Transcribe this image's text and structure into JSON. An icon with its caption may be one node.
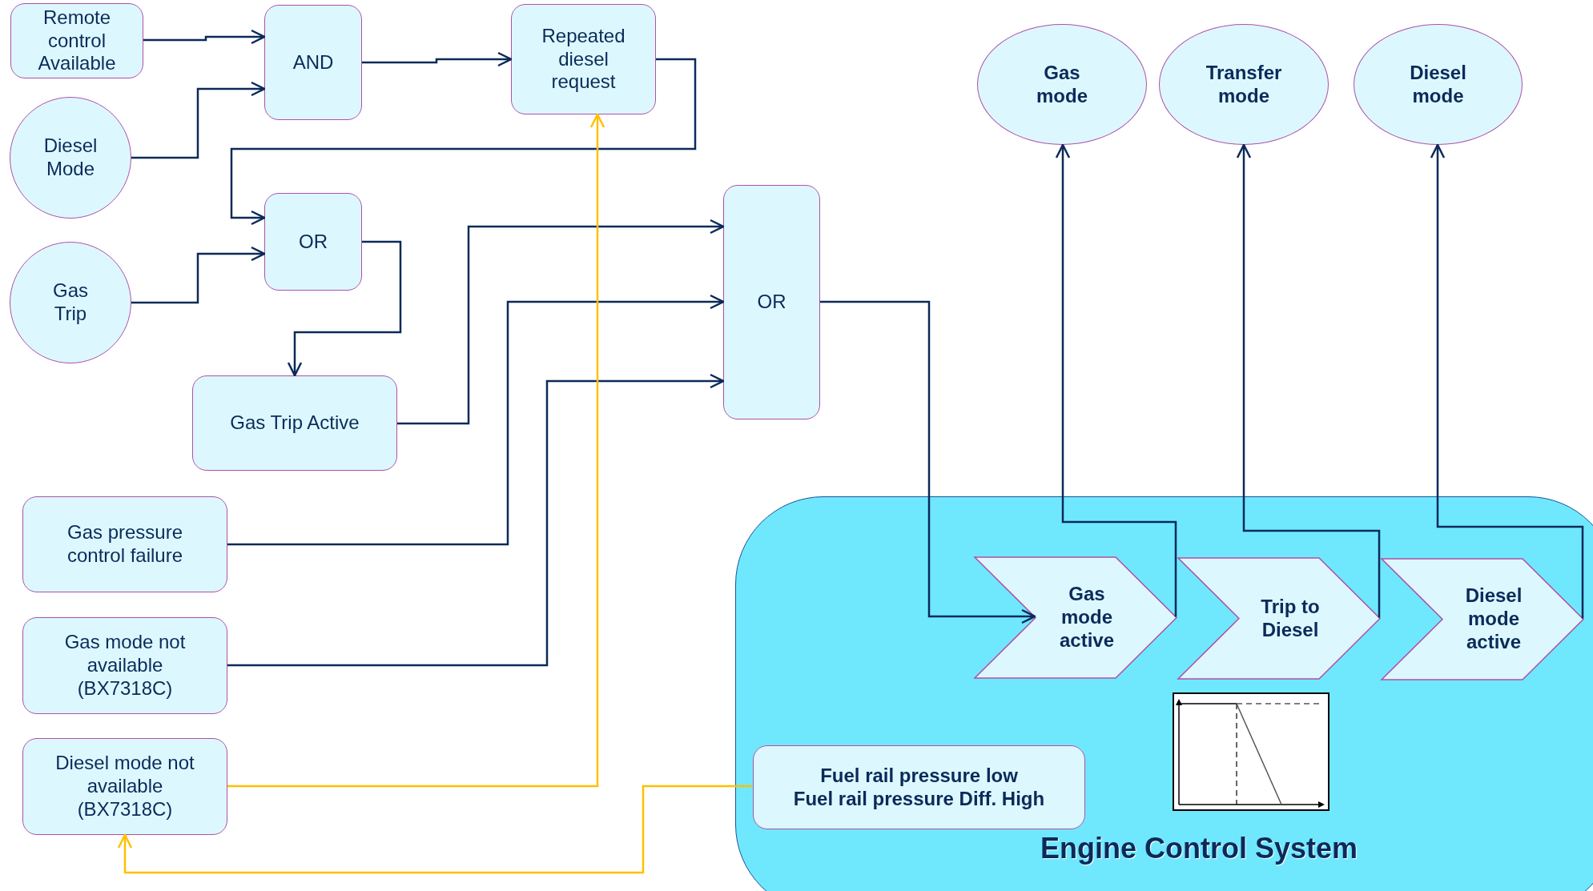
{
  "diagram": {
    "nodes": [
      {
        "text": [
          "Remote control Available"
        ]
      },
      {
        "text": [
          "AND"
        ]
      },
      {
        "text": [
          "Repeated diesel request"
        ]
      },
      {
        "text": [
          "Diesel Mode"
        ]
      },
      {
        "text": [
          "OR"
        ]
      },
      {
        "text": [
          "Gas Trip"
        ]
      },
      {
        "text": [
          "Gas Trip Active"
        ]
      },
      {
        "text": [
          "OR"
        ]
      },
      {
        "text": [
          "Gas pressure control failure"
        ]
      },
      {
        "text": [
          "Gas mode not available (BX7318C)"
        ]
      },
      {
        "text": [
          "Diesel mode not available (BX7318C)"
        ]
      },
      {
        "text": [
          "Gas mode"
        ]
      },
      {
        "text": [
          "Transfer mode"
        ]
      },
      {
        "text": [
          "Diesel mode"
        ]
      },
      {
        "text": [
          "Engine Control System"
        ]
      },
      {
        "text": [
          "Gas mode active"
        ],
        "in": 14
      },
      {
        "text": [
          "Trip to Diesel"
        ],
        "in": 14
      },
      {
        "text": [
          "Diesel mode active"
        ],
        "in": 14
      },
      {
        "text": [
          "Fuel rail pressure low",
          "Fuel rail pressure Diff. High"
        ],
        "in": 14
      }
    ],
    "edges": [
      {
        "from": 0,
        "to": 1,
        "arrow": "to"
      },
      {
        "from": 3,
        "to": 1,
        "arrow": "to"
      },
      {
        "from": 1,
        "to": 2,
        "arrow": "to"
      },
      {
        "from": 2,
        "to": 4,
        "arrow": "to"
      },
      {
        "from": 5,
        "to": 4,
        "arrow": "to"
      },
      {
        "from": 4,
        "to": 6,
        "arrow": "to"
      },
      {
        "from": 6,
        "to": 7,
        "arrow": "to"
      },
      {
        "from": 8,
        "to": 7,
        "arrow": "to"
      },
      {
        "from": 9,
        "to": 7,
        "arrow": "to"
      },
      {
        "from": 10,
        "to": 2,
        "arrow": "to",
        "color": "#ffc000"
      },
      {
        "from": 18,
        "to": 10,
        "arrow": "to",
        "color": "#ffc000"
      },
      {
        "from": 7,
        "to": 15,
        "arrow": "to"
      },
      {
        "from": 15,
        "to": 11,
        "arrow": "to"
      },
      {
        "from": 16,
        "to": 12,
        "arrow": "to"
      },
      {
        "from": 17,
        "to": 13,
        "arrow": "to"
      }
    ]
  }
}
